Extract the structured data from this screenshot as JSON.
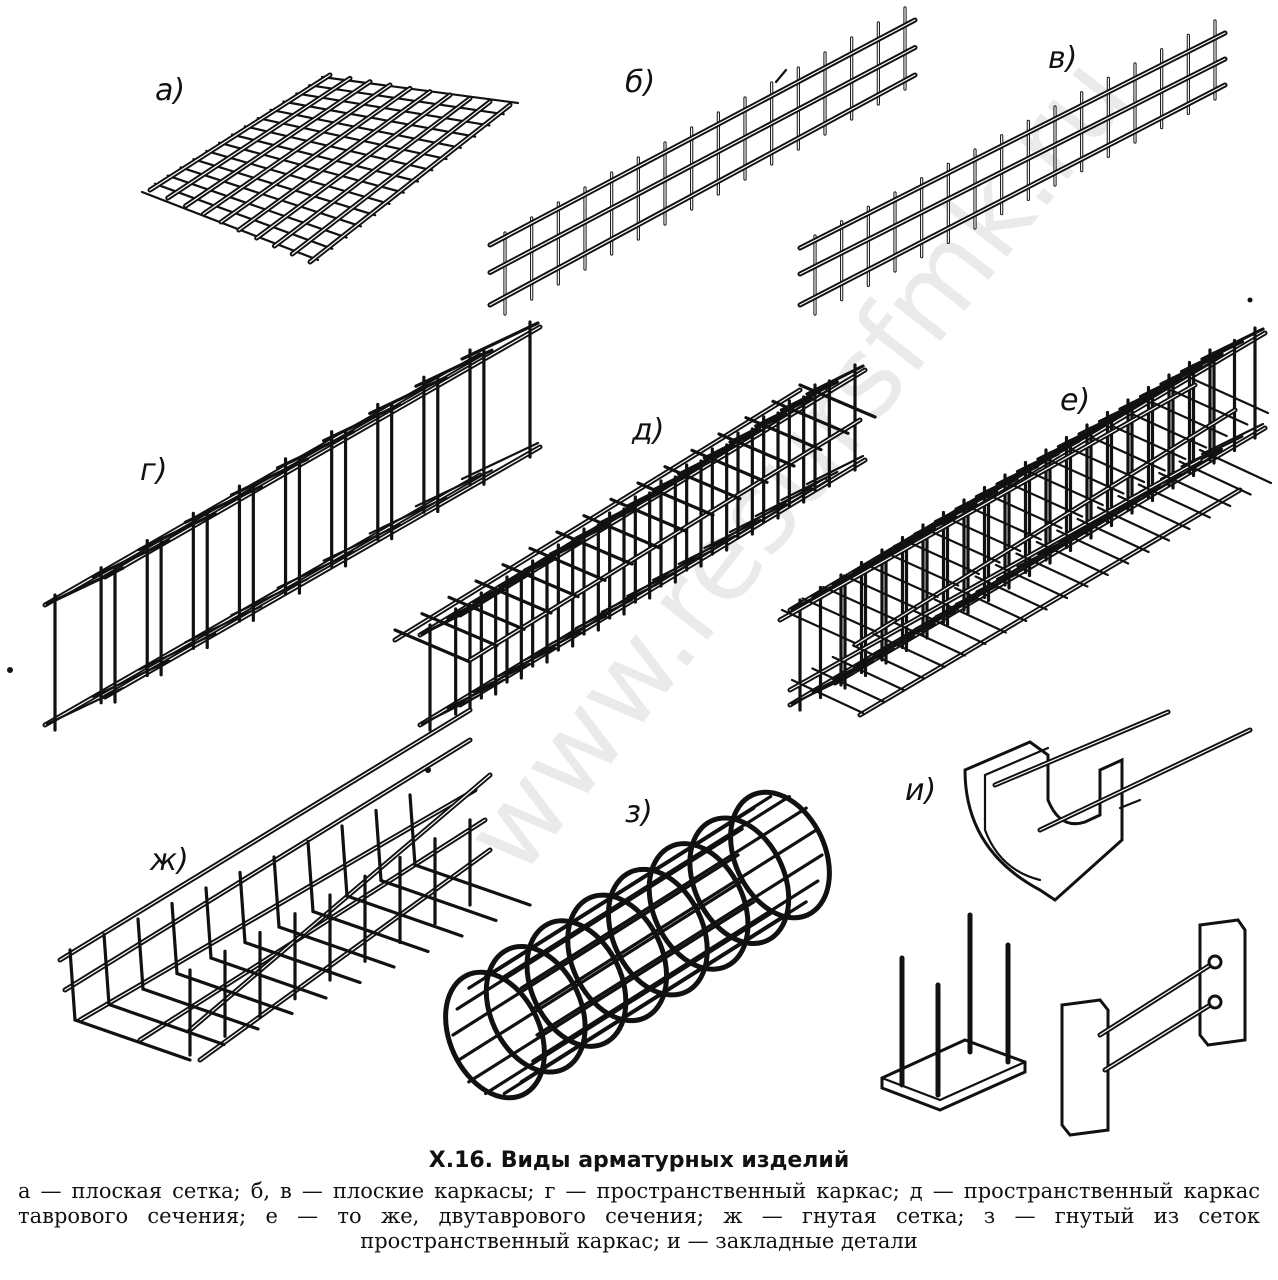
{
  "watermark": "www.resursfmk.ru",
  "figure_labels": {
    "a": "а)",
    "b": "б)",
    "v": "в)",
    "g": "г)",
    "d": "д)",
    "e": "е)",
    "zh": "ж)",
    "z": "з)",
    "i": "и)"
  },
  "caption": {
    "title": "X.16. Виды арматурных изделий",
    "body": "а — плоская сетка; б, в — плоские каркасы; г — пространственный каркас; д — пространственный каркас таврового сечения; е — то же, двутаврового сечения; ж — гнутая сетка; з — гнутый из сеток пространственный каркас; и — закладные детали"
  }
}
